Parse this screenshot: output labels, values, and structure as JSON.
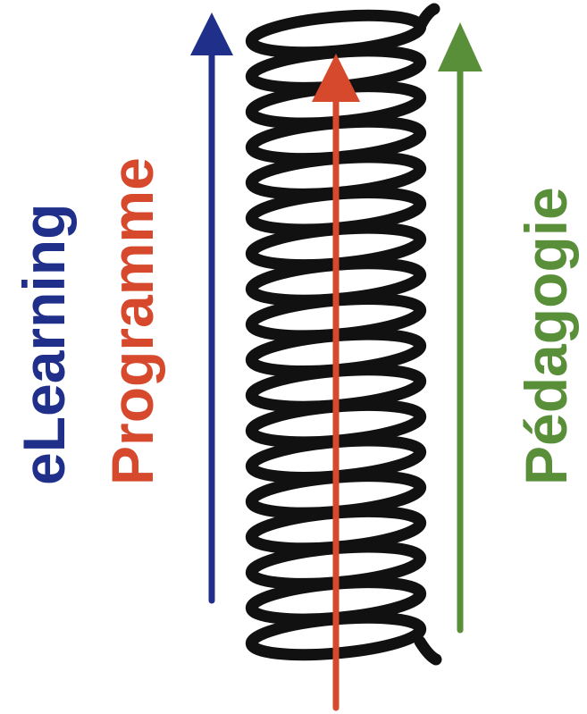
{
  "labels": {
    "elearning": "eLearning",
    "programme": "Programme",
    "pedagogie": "Pédagogie"
  },
  "colors": {
    "elearning": "#1f2f8a",
    "programme": "#d6492c",
    "pedagogie": "#5a8f3a",
    "spiral": "#111111",
    "background": "#ffffff"
  },
  "arrows": [
    {
      "name": "elearning-arrow",
      "color_key": "elearning",
      "direction": "up"
    },
    {
      "name": "programme-arrow",
      "color_key": "programme",
      "direction": "up"
    },
    {
      "name": "pedagogie-arrow",
      "color_key": "pedagogie",
      "direction": "up"
    }
  ],
  "spiral": {
    "coils": 18,
    "icon": "coil-spring"
  }
}
